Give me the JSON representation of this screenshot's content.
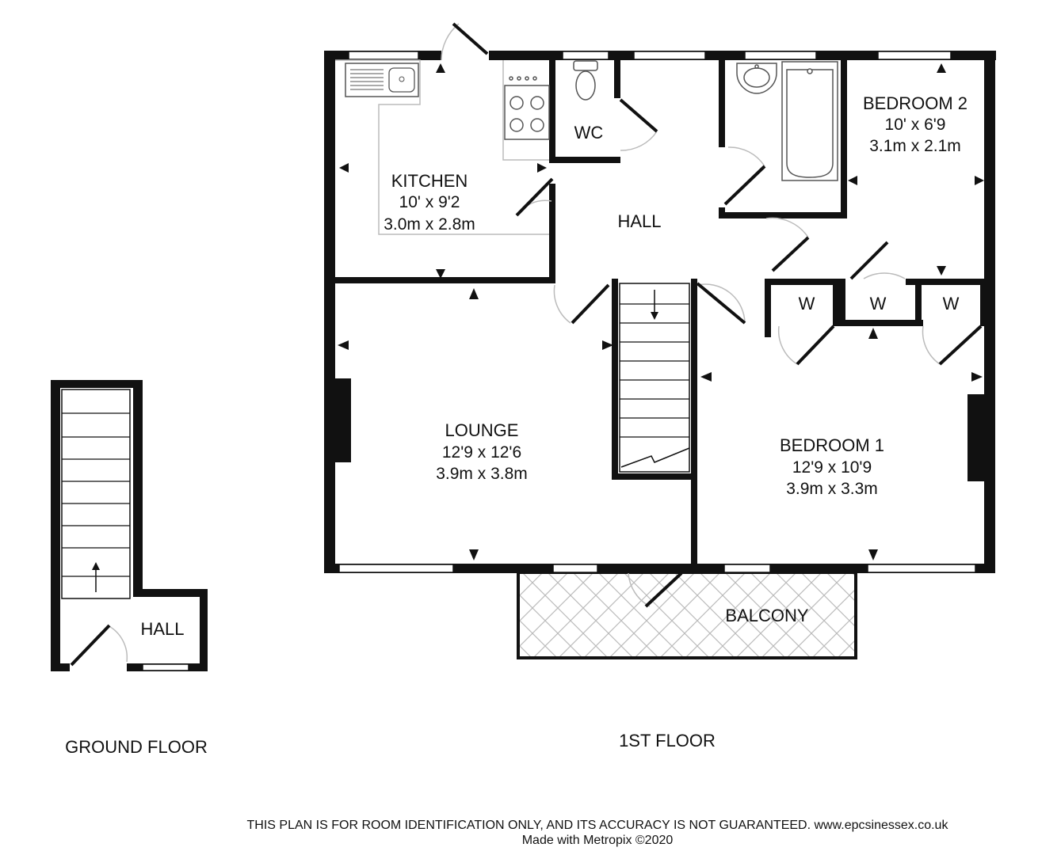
{
  "colors": {
    "wall": "#111111",
    "fixture": "#555555",
    "lines": "#bbbbbb",
    "background": "#ffffff"
  },
  "rooms": {
    "kitchen": {
      "name": "KITCHEN",
      "imperial": "10' x 9'2",
      "metric": "3.0m x 2.8m"
    },
    "wc": {
      "name": "WC"
    },
    "hall_first": {
      "name": "HALL"
    },
    "bedroom2": {
      "name": "BEDROOM 2",
      "imperial": "10' x 6'9",
      "metric": "3.1m x 2.1m"
    },
    "lounge": {
      "name": "LOUNGE",
      "imperial": "12'9 x 12'6",
      "metric": "3.9m x 3.8m"
    },
    "bedroom1": {
      "name": "BEDROOM 1",
      "imperial": "12'9 x 10'9",
      "metric": "3.9m x 3.3m"
    },
    "wardrobes": [
      "W",
      "W",
      "W"
    ],
    "balcony": {
      "name": "BALCONY"
    },
    "hall_ground": {
      "name": "HALL"
    }
  },
  "floors": {
    "ground": "GROUND FLOOR",
    "first": "1ST FLOOR"
  },
  "footer": {
    "disclaimer": "THIS PLAN IS FOR ROOM IDENTIFICATION ONLY, AND ITS ACCURACY IS NOT GUARANTEED. www.epcsinessex.co.uk",
    "credit": "Made with Metropix ©2020"
  }
}
